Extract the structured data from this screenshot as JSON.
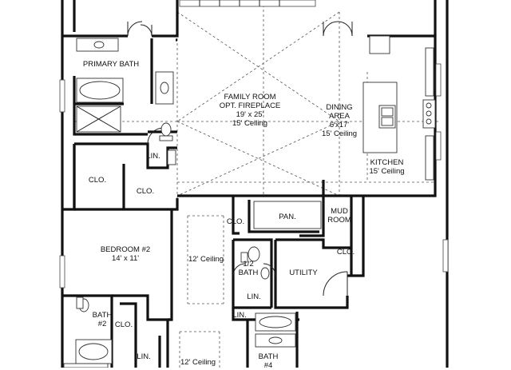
{
  "rooms": {
    "primary_bath": {
      "name": "PRIMARY BATH"
    },
    "family_room": {
      "name": "FAMILY ROOM",
      "note": "OPT. FIREPLACE",
      "size": "19' x 25'",
      "ceiling": "15' Ceiling"
    },
    "dining": {
      "name1": "DINING",
      "name2": "AREA",
      "size": "6'x17'",
      "ceiling": "15' Ceiling"
    },
    "kitchen": {
      "name": "KITCHEN",
      "ceiling": "15' Ceiling"
    },
    "lin_primary": {
      "name": "LIN."
    },
    "clo_primary_left": {
      "name": "CLO."
    },
    "clo_primary_right": {
      "name": "CLO."
    },
    "clo_hall": {
      "name": "CLO."
    },
    "pantry": {
      "name": "PAN."
    },
    "mud_room": {
      "name1": "MUD",
      "name2": "ROOM"
    },
    "clo_mud": {
      "name": "CLO."
    },
    "bedroom2": {
      "name": "BEDROOM #2",
      "size": "14' x 11'"
    },
    "hall_ceiling": {
      "ceiling": "12' Ceiling"
    },
    "half_bath": {
      "name1": "1/2",
      "name2": "BATH"
    },
    "utility": {
      "name": "UTILITY"
    },
    "lin_utility": {
      "name": "LIN."
    },
    "lin_bath4": {
      "name": "LIN."
    },
    "bath2": {
      "name1": "BATH",
      "name2": "#2"
    },
    "clo_bath2": {
      "name": "CLO."
    },
    "lin_lower": {
      "name": "LIN."
    },
    "lower_ceiling": {
      "ceiling": "12' Ceiling"
    },
    "bath4": {
      "name1": "BATH",
      "name2": "#4"
    }
  }
}
